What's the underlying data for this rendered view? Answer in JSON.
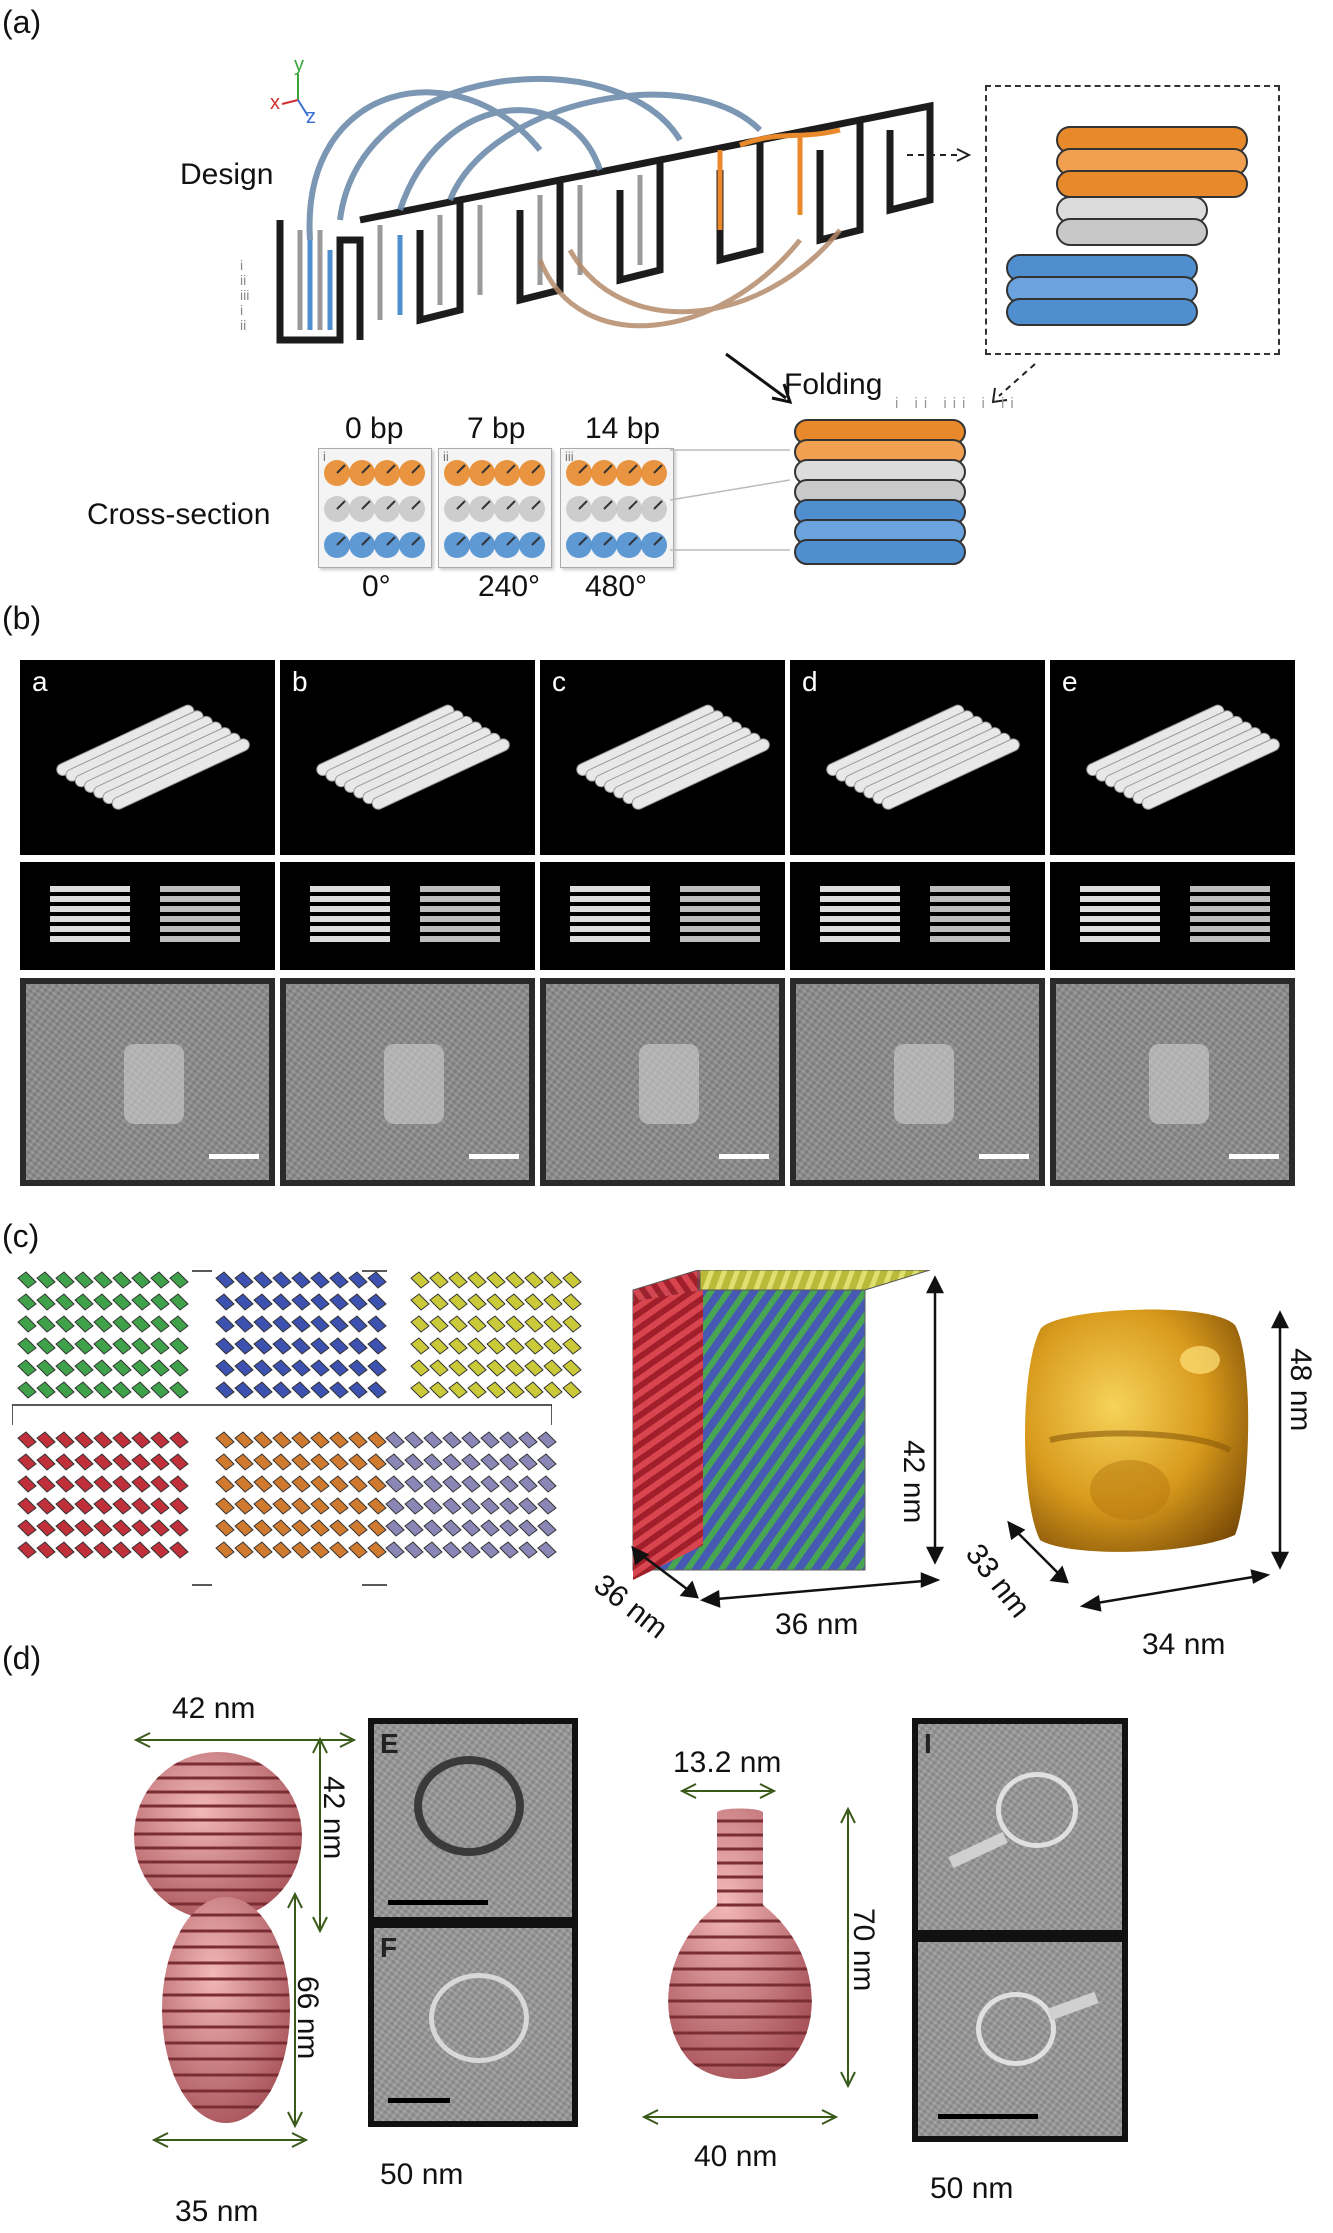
{
  "panel_a": {
    "letter": "(a)",
    "design_label": "Design",
    "axes": {
      "x": "x",
      "y": "y",
      "z": "z"
    },
    "folding_label": "Folding",
    "cross_section_label": "Cross-section",
    "positions": [
      {
        "bp": "0 bp",
        "angle": "0°",
        "roman": "i"
      },
      {
        "bp": "7 bp",
        "angle": "240°",
        "roman": "ii"
      },
      {
        "bp": "14 bp",
        "angle": "480°",
        "roman": "iii"
      }
    ],
    "stack_romans": [
      "i",
      "ii",
      "iii",
      "i",
      "ii"
    ],
    "colors": {
      "orange": "#e88a2c",
      "blue": "#4f8fd0",
      "grey": "#c9c9c9"
    }
  },
  "panel_b": {
    "letter": "(b)",
    "tiles": [
      "a",
      "b",
      "c",
      "d",
      "e"
    ]
  },
  "panel_c": {
    "letter": "(c)",
    "dims_model": {
      "height": "42 nm",
      "depth": "36 nm",
      "width": "36 nm"
    },
    "dims_map": {
      "height": "48 nm",
      "depth": "33 nm",
      "width": "34 nm"
    },
    "face_colors": [
      "#3fa24a",
      "#3d52b0",
      "#c9c93a",
      "#c0303a",
      "#d07a30",
      "#8a86b6"
    ]
  },
  "panel_d": {
    "letter": "(d)",
    "sphere": {
      "width": "42 nm",
      "height": "42 nm"
    },
    "ellipsoid": {
      "height": "66 nm",
      "width": "35 nm"
    },
    "flask": {
      "neck": "13.2 nm",
      "height": "70 nm",
      "width": "40 nm"
    },
    "micrographs": [
      "E",
      "F",
      "I"
    ],
    "scale_left": "50 nm",
    "scale_right": "50 nm"
  }
}
